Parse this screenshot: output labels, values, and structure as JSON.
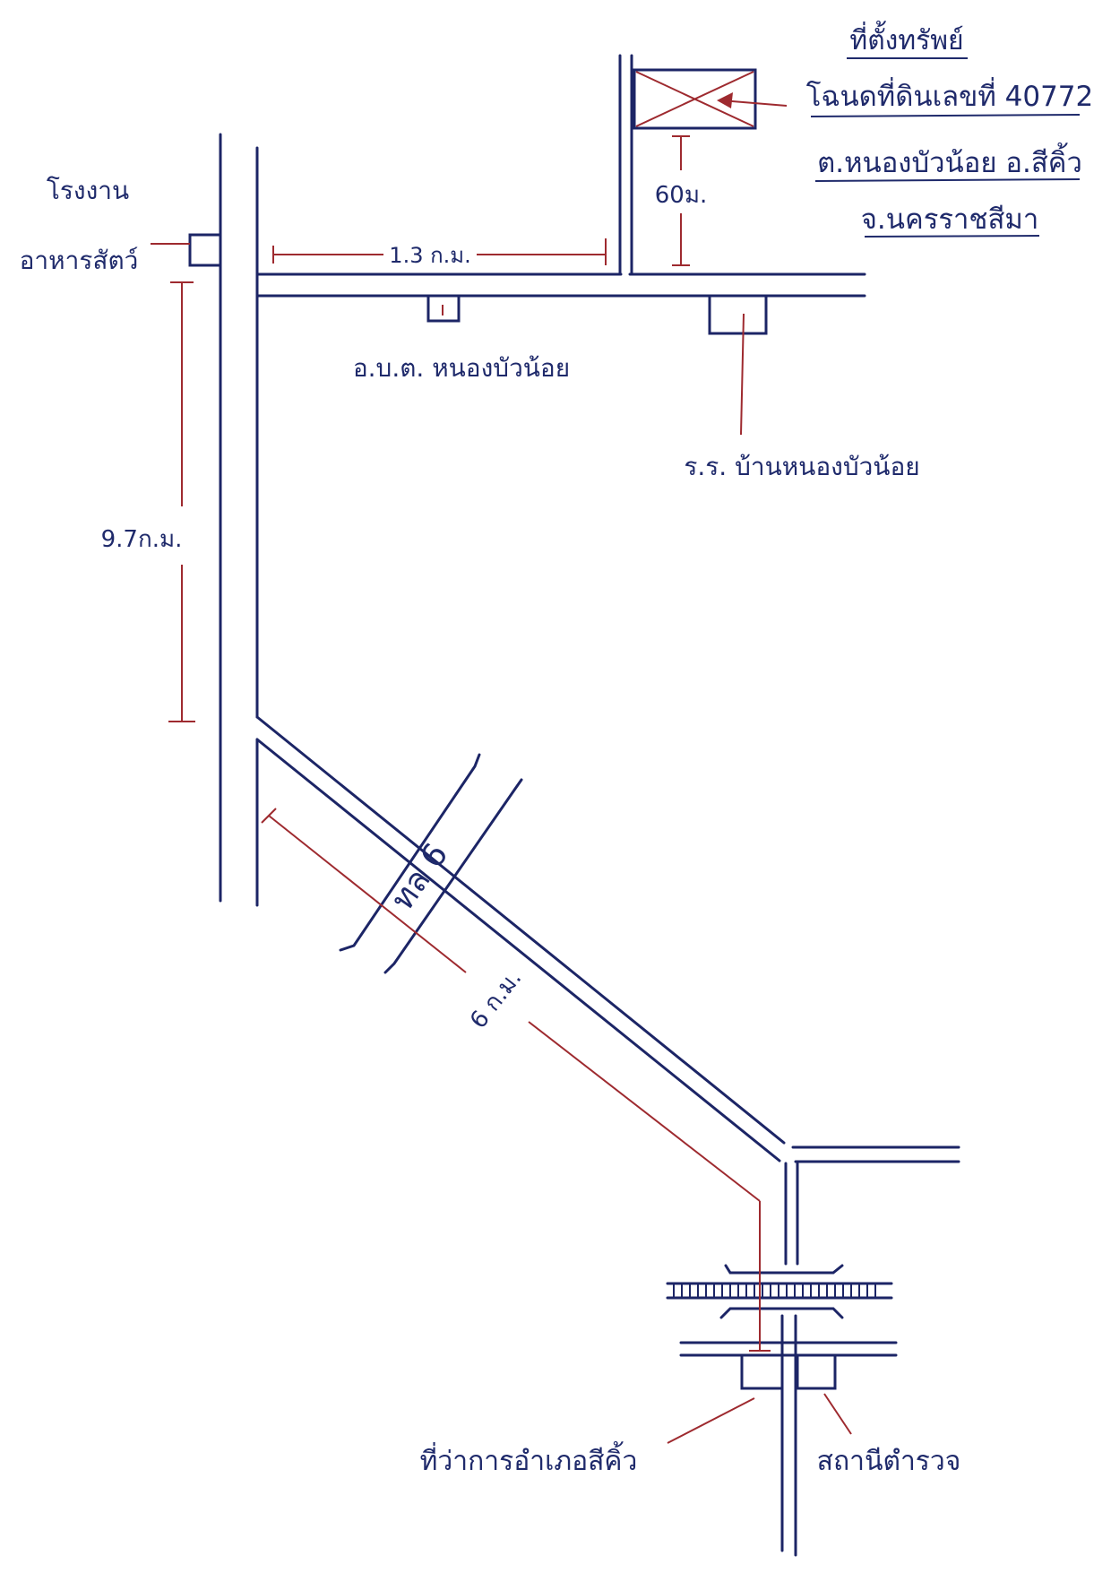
{
  "title": "ที่ตั้งทรัพย์",
  "deed": {
    "line1": "โฉนดที่ดินเลขที่ 40772",
    "line2": "ต.หนองบัวน้อย อ.สีคิ้ว",
    "line3": "จ.นครราชสีมา"
  },
  "landmarks": {
    "feed_factory_line1": "โรงงาน",
    "feed_factory_line2": "อาหารสัตว์",
    "sao": "อ.บ.ต. หนองบัวน้อย",
    "school": "ร.ร. บ้านหนองบัวน้อย",
    "district_office": "ที่ว่าการอำเภอสีคิ้ว",
    "police_station": "สถานีตำรวจ"
  },
  "distances": {
    "to_plot": "60ม.",
    "along_road": "1.3 ก.ม.",
    "vertical_road": "9.7ก.ม.",
    "highway_segment": "6 ก.ม."
  },
  "road_label": "ทล 6",
  "colors": {
    "road": "#1c2566",
    "dimension": "#9e2a2f",
    "text": "#1f2a6b"
  }
}
